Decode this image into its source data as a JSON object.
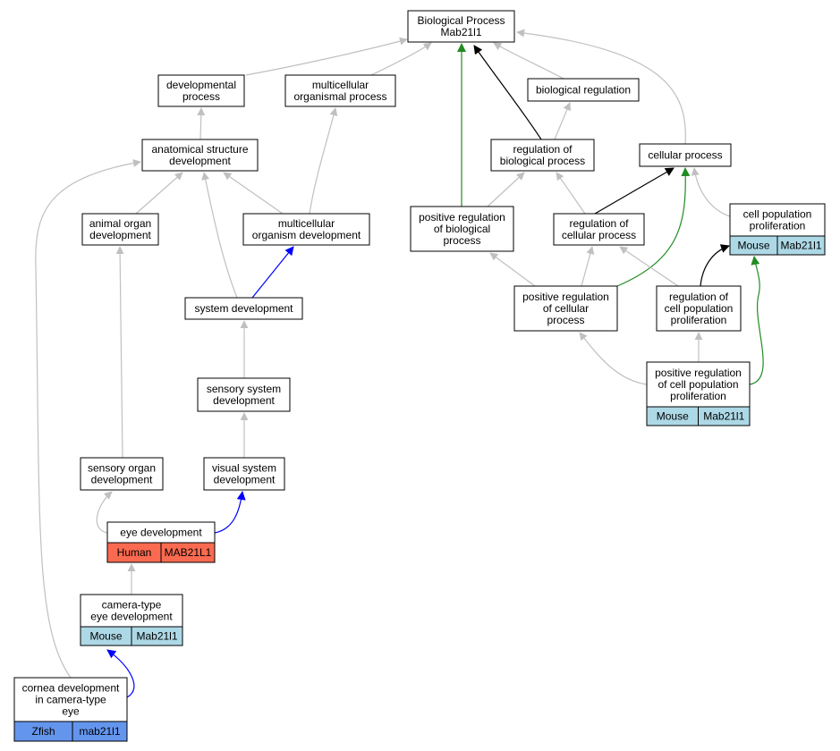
{
  "colors": {
    "gray": "#c0c0c0",
    "black": "#000000",
    "green": "#228b22",
    "blue": "#0000ff",
    "mouse": "#add8e6",
    "human": "#fa6a50",
    "zfish": "#6495ed"
  },
  "nodes": [
    {
      "id": "bp",
      "label": [
        "Biological Process",
        "Mab21l1"
      ]
    },
    {
      "id": "dev",
      "label": [
        "developmental",
        "process"
      ]
    },
    {
      "id": "mop",
      "label": [
        "multicellular",
        "organismal process"
      ]
    },
    {
      "id": "breg",
      "label": [
        "biological regulation"
      ]
    },
    {
      "id": "asd",
      "label": [
        "anatomical structure",
        "development"
      ]
    },
    {
      "id": "rbp",
      "label": [
        "regulation of",
        "biological process"
      ]
    },
    {
      "id": "cp",
      "label": [
        "cellular process"
      ]
    },
    {
      "id": "aod",
      "label": [
        "animal organ",
        "development"
      ]
    },
    {
      "id": "mod",
      "label": [
        "multicellular",
        "organism development"
      ]
    },
    {
      "id": "prbp",
      "label": [
        "positive regulation",
        "of biological",
        "process"
      ]
    },
    {
      "id": "rcp",
      "label": [
        "regulation of",
        "cellular process"
      ]
    },
    {
      "id": "cpp",
      "label": [
        "cell population",
        "proliferation"
      ],
      "species": "Mouse",
      "gene": "Mab21l1",
      "color": "mouse"
    },
    {
      "id": "sd",
      "label": [
        "system development"
      ]
    },
    {
      "id": "prcp",
      "label": [
        "positive regulation",
        "of cellular",
        "process"
      ]
    },
    {
      "id": "rcpp",
      "label": [
        "regulation of",
        "cell population",
        "proliferation"
      ]
    },
    {
      "id": "pcpp",
      "label": [
        "positive regulation",
        "of cell population",
        "proliferation"
      ],
      "species": "Mouse",
      "gene": "Mab21l1",
      "color": "mouse"
    },
    {
      "id": "ssd",
      "label": [
        "sensory system",
        "development"
      ]
    },
    {
      "id": "sod",
      "label": [
        "sensory organ",
        "development"
      ]
    },
    {
      "id": "vsd",
      "label": [
        "visual system",
        "development"
      ]
    },
    {
      "id": "ed",
      "label": [
        "eye development"
      ],
      "species": "Human",
      "gene": "MAB21L1",
      "color": "human"
    },
    {
      "id": "cted",
      "label": [
        "camera-type",
        "eye development"
      ],
      "species": "Mouse",
      "gene": "Mab21l1",
      "color": "mouse"
    },
    {
      "id": "cdcte",
      "label": [
        "cornea development",
        "in camera-type",
        "eye"
      ],
      "species": "Zfish",
      "gene": "mab21l1",
      "color": "zfish"
    }
  ],
  "edges": [
    {
      "from": "dev",
      "to": "bp",
      "color": "gray"
    },
    {
      "from": "mop",
      "to": "bp",
      "color": "gray"
    },
    {
      "from": "prbp",
      "to": "bp",
      "color": "green"
    },
    {
      "from": "rbp",
      "to": "bp",
      "color": "black"
    },
    {
      "from": "breg",
      "to": "bp",
      "color": "gray"
    },
    {
      "from": "cp",
      "to": "bp",
      "color": "gray"
    },
    {
      "from": "asd",
      "to": "dev",
      "color": "gray"
    },
    {
      "from": "mod",
      "to": "mop",
      "color": "gray"
    },
    {
      "from": "rbp",
      "to": "breg",
      "color": "gray"
    },
    {
      "from": "aod",
      "to": "asd",
      "color": "gray"
    },
    {
      "from": "mod",
      "to": "asd",
      "color": "gray"
    },
    {
      "from": "sd",
      "to": "asd",
      "color": "gray"
    },
    {
      "from": "cdcte",
      "to": "asd",
      "color": "gray"
    },
    {
      "from": "prbp",
      "to": "rbp",
      "color": "gray"
    },
    {
      "from": "rcp",
      "to": "rbp",
      "color": "gray"
    },
    {
      "from": "rcp",
      "to": "cp",
      "color": "black"
    },
    {
      "from": "cpp",
      "to": "cp",
      "color": "gray"
    },
    {
      "from": "prcp",
      "to": "cp",
      "color": "green"
    },
    {
      "from": "sd",
      "to": "mod",
      "color": "blue"
    },
    {
      "from": "prcp",
      "to": "prbp",
      "color": "gray"
    },
    {
      "from": "prcp",
      "to": "rcp",
      "color": "gray"
    },
    {
      "from": "rcpp",
      "to": "rcp",
      "color": "gray"
    },
    {
      "from": "rcpp",
      "to": "cpp",
      "color": "black"
    },
    {
      "from": "pcpp",
      "to": "cpp",
      "color": "green"
    },
    {
      "from": "pcpp",
      "to": "prcp",
      "color": "gray"
    },
    {
      "from": "pcpp",
      "to": "rcpp",
      "color": "gray"
    },
    {
      "from": "ssd",
      "to": "sd",
      "color": "gray"
    },
    {
      "from": "sod",
      "to": "aod",
      "color": "gray"
    },
    {
      "from": "vsd",
      "to": "ssd",
      "color": "gray"
    },
    {
      "from": "ed",
      "to": "sod",
      "color": "gray"
    },
    {
      "from": "ed",
      "to": "vsd",
      "color": "blue"
    },
    {
      "from": "cted",
      "to": "ed",
      "color": "gray"
    },
    {
      "from": "cdcte",
      "to": "cted",
      "color": "blue"
    }
  ]
}
